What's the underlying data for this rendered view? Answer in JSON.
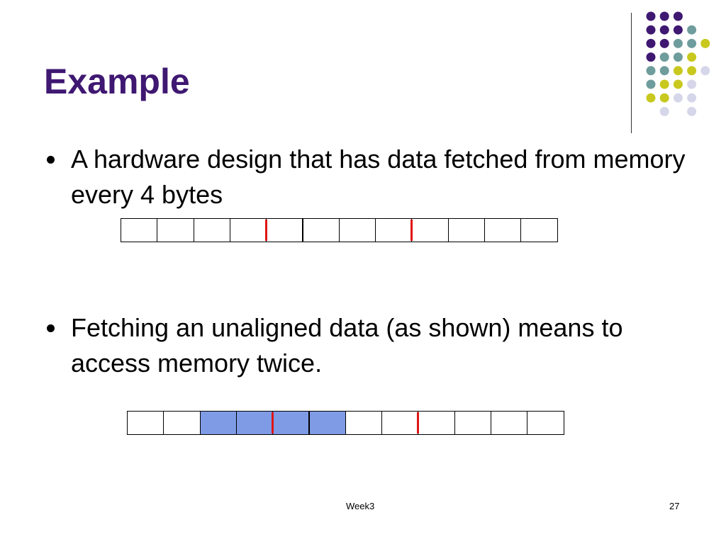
{
  "slide": {
    "title": "Example",
    "bullets": [
      "A hardware design that has data fetched from memory every 4 bytes",
      "Fetching an unaligned data (as shown) means to access memory twice."
    ],
    "footer_center": "Week3",
    "page_number": "27"
  },
  "colors": {
    "title": "#3f1872",
    "highlight": "#7f9be6",
    "marker": "#e01515",
    "dot_purple": "#3f1872",
    "dot_teal": "#6f9c9c",
    "dot_yellow": "#c8c81e",
    "dot_lavender": "#d6d6ea"
  },
  "diagram": {
    "memory_rows": [
      {
        "cell_count": 12,
        "highlighted_cells": [],
        "boundary_after_cells": [
          4,
          8
        ]
      },
      {
        "cell_count": 12,
        "highlighted_cells": [
          2,
          3,
          4,
          5
        ],
        "boundary_after_cells": [
          4,
          8
        ]
      }
    ]
  },
  "decoration": {
    "dot_grid": [
      [
        "purple",
        "purple",
        "purple",
        "",
        ""
      ],
      [
        "purple",
        "purple",
        "purple",
        "teal",
        ""
      ],
      [
        "purple",
        "purple",
        "teal",
        "teal",
        "yellow"
      ],
      [
        "purple",
        "teal",
        "teal",
        "yellow",
        ""
      ],
      [
        "teal",
        "teal",
        "yellow",
        "yellow",
        "lavender"
      ],
      [
        "teal",
        "yellow",
        "yellow",
        "lavender",
        ""
      ],
      [
        "yellow",
        "yellow",
        "lavender",
        "lavender",
        ""
      ],
      [
        "",
        "lavender",
        "",
        "lavender",
        ""
      ]
    ]
  }
}
